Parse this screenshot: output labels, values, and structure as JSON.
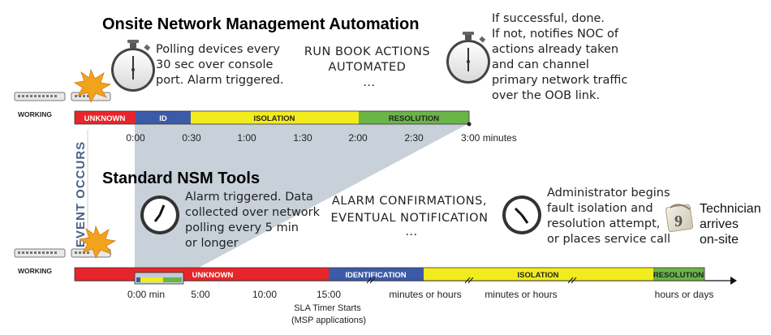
{
  "onsite": {
    "title": "Onsite Network Management Automation",
    "polling_text": [
      "Polling devices every",
      "30 sec over console",
      "port. Alarm triggered."
    ],
    "runbook_text": [
      "RUN BOOK ACTIONS",
      "AUTOMATED",
      "..."
    ],
    "result_text": [
      "If successful, done.",
      "If not, notifies NOC of",
      "actions already taken",
      "and can channel",
      "primary network traffic",
      "over the OOB link."
    ],
    "segments": [
      {
        "label": "UNKNOWN",
        "color": "#e8252a",
        "text_color": "#ffffff"
      },
      {
        "label": "ID",
        "color": "#3b5ba9",
        "text_color": "#ffffff"
      },
      {
        "label": "ISOLATION",
        "color": "#f2ec1c",
        "text_color": "#222222"
      },
      {
        "label": "RESOLUTION",
        "color": "#6ab547",
        "text_color": "#222222"
      }
    ],
    "ticks": [
      "0:00",
      "0:30",
      "1:00",
      "1:30",
      "2:00",
      "2:30",
      "3:00 minutes"
    ],
    "working_label": "WORKING"
  },
  "event_label": "EVENT OCCURS",
  "standard": {
    "title": "Standard NSM Tools",
    "alarm_text": [
      "Alarm triggered. Data",
      "collected over network",
      "polling every 5 min",
      "or longer"
    ],
    "confirm_text": [
      "ALARM CONFIRMATIONS,",
      "EVENTUAL NOTIFICATION",
      "..."
    ],
    "admin_text": [
      "Administrator begins",
      "fault isolation and",
      "resolution attempt,",
      "or places service call"
    ],
    "tech_text": [
      "Technician",
      "arrives",
      "on-site"
    ],
    "segments": [
      {
        "label": "UNKNOWN",
        "color": "#e8252a",
        "text_color": "#ffffff"
      },
      {
        "label": "IDENTIFICATION",
        "color": "#3b5ba9",
        "text_color": "#ffffff"
      },
      {
        "label": "ISOLATION",
        "color": "#f2ec1c",
        "text_color": "#222222"
      },
      {
        "label": "RESOLUTION",
        "color": "#6ab547",
        "text_color": "#222222"
      }
    ],
    "ticks": [
      "0:00 min",
      "5:00",
      "10:00",
      "15:00",
      "minutes or hours",
      "minutes or hours",
      "hours or days"
    ],
    "sla_text": [
      "SLA Timer Starts",
      "(MSP applications)"
    ],
    "working_label": "WORKING",
    "calendar_day": "9"
  }
}
